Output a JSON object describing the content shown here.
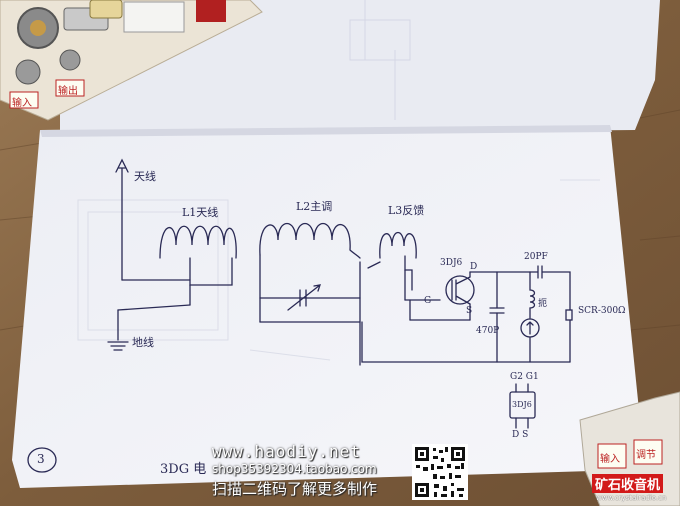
{
  "labels": {
    "antenna": "天线",
    "l1": "L1天线",
    "l2": "L2主调",
    "l3": "L3反馈",
    "transistor": "3DJ6",
    "drain": "D",
    "gate": "G",
    "source": "S",
    "cap_20pf": "20PF",
    "cap_470pf": "470P",
    "choke": "扼",
    "earphone": "SCR-300Ω",
    "ground": "地线",
    "pin_top": "G2 G1",
    "pin_body": "3DJ6",
    "pin_bottom": "D S",
    "page_number": "3",
    "bottom_note": "3DG 电"
  },
  "watermark": {
    "url": "www.haodiy.net",
    "shop": "shop35392304.taobao.com",
    "scan": "扫描二维码了解更多制作"
  },
  "brand": {
    "name": "矿石收音机",
    "url": "www.crystalradio.cn"
  },
  "tags": {
    "top_left_1": "输入",
    "top_left_2": "输出",
    "bottom_right_1": "输入",
    "bottom_right_2": "调节"
  },
  "colors": {
    "paper": "#f2f2f6",
    "ink": "#2a2a55",
    "table": "#8a6a48",
    "brand_red": "#d21a1a"
  }
}
